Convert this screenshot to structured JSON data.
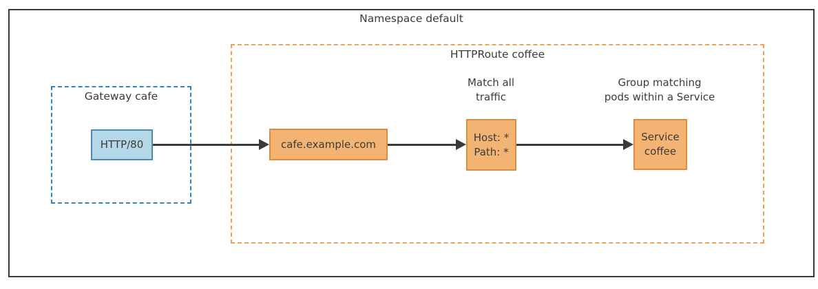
{
  "namespace": {
    "title": "Namespace default"
  },
  "gateway": {
    "title": "Gateway cafe",
    "listener_label": "HTTP/80"
  },
  "httproute": {
    "title": "HTTPRoute coffee",
    "hostname_label": "cafe.example.com",
    "match_annotation_lines": [
      "Match all",
      "traffic"
    ],
    "match_lines": [
      "Host: *",
      "Path: *"
    ],
    "backend_annotation_lines": [
      "Group matching",
      "pods within a Service"
    ],
    "backend_lines": [
      "Service",
      "coffee"
    ]
  },
  "colors": {
    "outer_border": "#3a3a3a",
    "dashed_blue": "#2e86c1",
    "dashed_orange": "#e8a35a",
    "node_blue_fill": "#b5d8e8",
    "node_blue_border": "#4a8cae",
    "node_orange_fill": "#f3b473",
    "node_orange_border": "#e18a3f",
    "arrow": "#3a3a3a",
    "text": "#3b3b3b"
  }
}
